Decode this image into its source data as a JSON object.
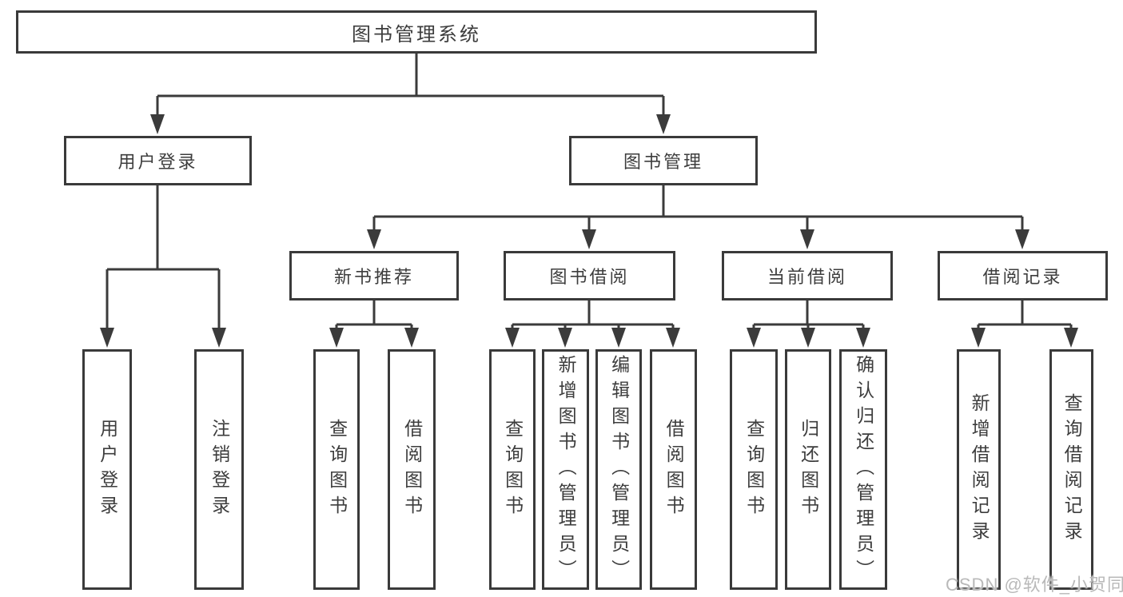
{
  "diagram_type": "tree",
  "colors": {
    "line": "#3b3b3b",
    "box_border": "#3a3a3a",
    "text": "#3d3d3d",
    "watermark": "#b9b9b9",
    "background": "#ffffff"
  },
  "diagram": {
    "root": {
      "label": "图书管理系统",
      "children": [
        {
          "label": "用户登录",
          "children": [
            {
              "label": "用户登录"
            },
            {
              "label": "注销登录"
            }
          ]
        },
        {
          "label": "图书管理",
          "children": [
            {
              "label": "新书推荐",
              "children": [
                {
                  "label": "查询图书"
                },
                {
                  "label": "借阅图书"
                }
              ]
            },
            {
              "label": "图书借阅",
              "children": [
                {
                  "label": "查询图书"
                },
                {
                  "label": "新增图书（管理员）"
                },
                {
                  "label": "编辑图书（管理员）"
                },
                {
                  "label": "借阅图书"
                }
              ]
            },
            {
              "label": "当前借阅",
              "children": [
                {
                  "label": "查询图书"
                },
                {
                  "label": "归还图书"
                },
                {
                  "label": "确认归还（管理员）"
                }
              ]
            },
            {
              "label": "借阅记录",
              "children": [
                {
                  "label": "新增借阅记录"
                },
                {
                  "label": "查询借阅记录"
                }
              ]
            }
          ]
        }
      ]
    }
  },
  "watermark": {
    "text": "CSDN @软件_小贺同学"
  }
}
